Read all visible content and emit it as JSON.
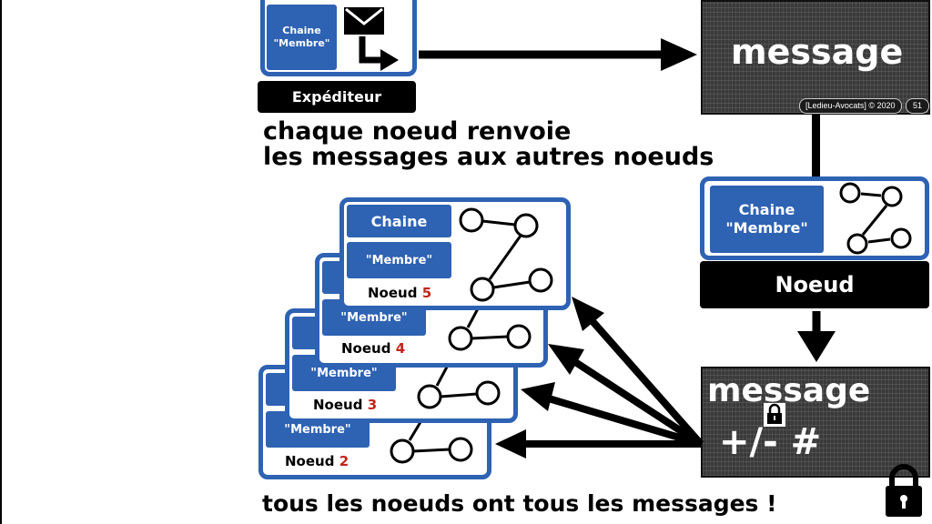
{
  "sender": {
    "chain_label": "Chaine \"Membre\"",
    "role_label": "Expéditeur",
    "icon": "envelope-send-icon"
  },
  "message_top": {
    "text": "message",
    "credit": "[Ledieu-Avocats] © 2020",
    "page_number": "51"
  },
  "caption_top": {
    "line1": "chaque noeud renvoie",
    "line2": "les messages aux autres noeuds"
  },
  "node_main": {
    "chain_label": "Chaine \"Membre\"",
    "role_label": "Noeud"
  },
  "message_bottom": {
    "text": "message",
    "ops": "+/- #"
  },
  "nodes": [
    {
      "chain": "Chaine",
      "member": "\"Membre\"",
      "label": "Noeud",
      "number": "5"
    },
    {
      "member": "\"Membre\"",
      "label": "Noeud",
      "number": "4"
    },
    {
      "member": "\"Membre\"",
      "label": "Noeud",
      "number": "3"
    },
    {
      "member": "\"Membre\"",
      "label": "Noeud",
      "number": "2"
    }
  ],
  "caption_bottom": "tous les noeuds ont tous les messages !",
  "colors": {
    "blue": "#2e62b3",
    "black": "#000000",
    "red": "#c0261b",
    "dark": "#3a3a3a"
  }
}
